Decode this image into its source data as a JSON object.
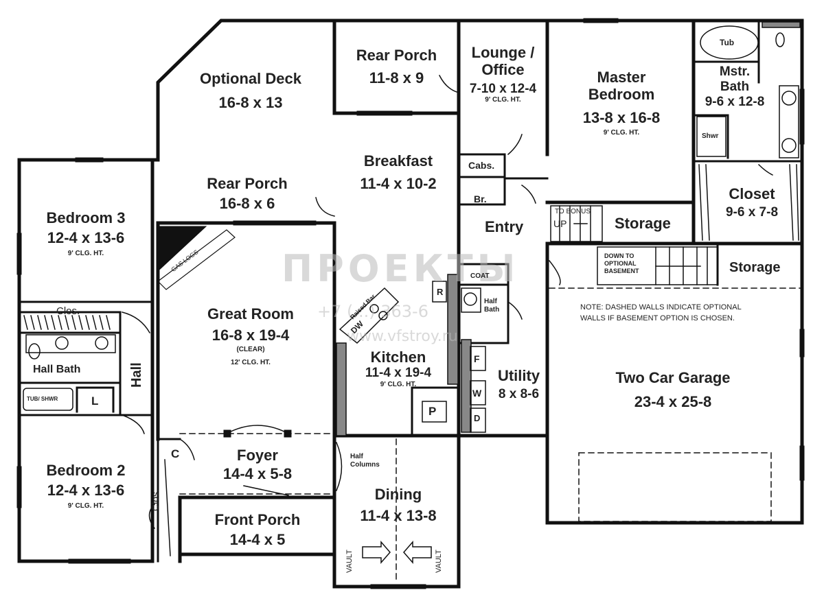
{
  "rooms": {
    "optional_deck": {
      "name": "Optional Deck",
      "dims": "16-8 x 13"
    },
    "rear_porch_top": {
      "name": "Rear Porch",
      "dims": "11-8 x 9"
    },
    "lounge": {
      "name": "Lounge /",
      "name2": "Office",
      "dims": "7-10 x 12-4",
      "ht": "9' CLG. HT."
    },
    "master_bedroom": {
      "name": "Master",
      "name2": "Bedroom",
      "dims": "13-8 x 16-8",
      "ht": "9' CLG. HT."
    },
    "master_bath": {
      "name": "Mstr.",
      "name2": "Bath",
      "dims": "9-6 x 12-8"
    },
    "breakfast": {
      "name": "Breakfast",
      "dims": "11-4 x 10-2"
    },
    "rear_porch_left": {
      "name": "Rear Porch",
      "dims": "16-8 x 6"
    },
    "bedroom3": {
      "name": "Bedroom 3",
      "dims": "12-4 x 13-6",
      "ht": "9' CLG. HT."
    },
    "closet": {
      "name": "Closet",
      "dims": "9-6 x 7-8"
    },
    "great_room": {
      "name": "Great Room",
      "dims": "16-8 x 19-4",
      "clear": "(CLEAR)",
      "ht": "12' CLG. HT."
    },
    "kitchen": {
      "name": "Kitchen",
      "dims": "11-4 x 19-4",
      "ht": "9' CLG. HT."
    },
    "utility": {
      "name": "Utility",
      "dims": "8 x 8-6"
    },
    "garage": {
      "name": "Two Car Garage",
      "dims": "23-4 x 25-8"
    },
    "bedroom2": {
      "name": "Bedroom 2",
      "dims": "12-4 x 13-6",
      "ht": "9' CLG. HT."
    },
    "foyer": {
      "name": "Foyer",
      "dims": "14-4 x 5-8"
    },
    "front_porch": {
      "name": "Front Porch",
      "dims": "14-4 x 5"
    },
    "dining": {
      "name": "Dining",
      "dims": "11-4 x 13-8"
    }
  },
  "labels": {
    "entry": "Entry",
    "storage1": "Storage",
    "storage2": "Storage",
    "cabs": "Cabs.",
    "br": "Br.",
    "tub": "Tub",
    "shwr": "Shwr",
    "clos_top": "Clos.",
    "clos_side": "Clos.",
    "hall_bath": "Hall Bath",
    "hall": "Hall",
    "tub_shwr": "TUB/ SHWR",
    "l": "L",
    "c": "C",
    "coat": "COAT",
    "half_bath": "Half Bath",
    "r": "R",
    "p": "P",
    "f": "F",
    "w": "W",
    "d": "D",
    "dw": "DW",
    "raised_bar": "Raised Bar",
    "gas_logs": "GAS LOGS",
    "to_bonus": "TO BONUS",
    "up": "UP",
    "down_to": "DOWN TO",
    "optional": "OPTIONAL",
    "basement": "BASEMENT",
    "half_columns_1": "Half",
    "half_columns_2": "Columns",
    "vault_left": "VAULT",
    "vault_right": "VAULT"
  },
  "note": {
    "line1": "NOTE: DASHED WALLS INDICATE OPTIONAL",
    "line2": "WALLS IF BASEMENT OPTION IS CHOSEN."
  },
  "watermark": {
    "logo": "ПРОЕКТЫ",
    "phone": "+7 (...) 363-6",
    "url": "www.vfstroy.ru"
  }
}
